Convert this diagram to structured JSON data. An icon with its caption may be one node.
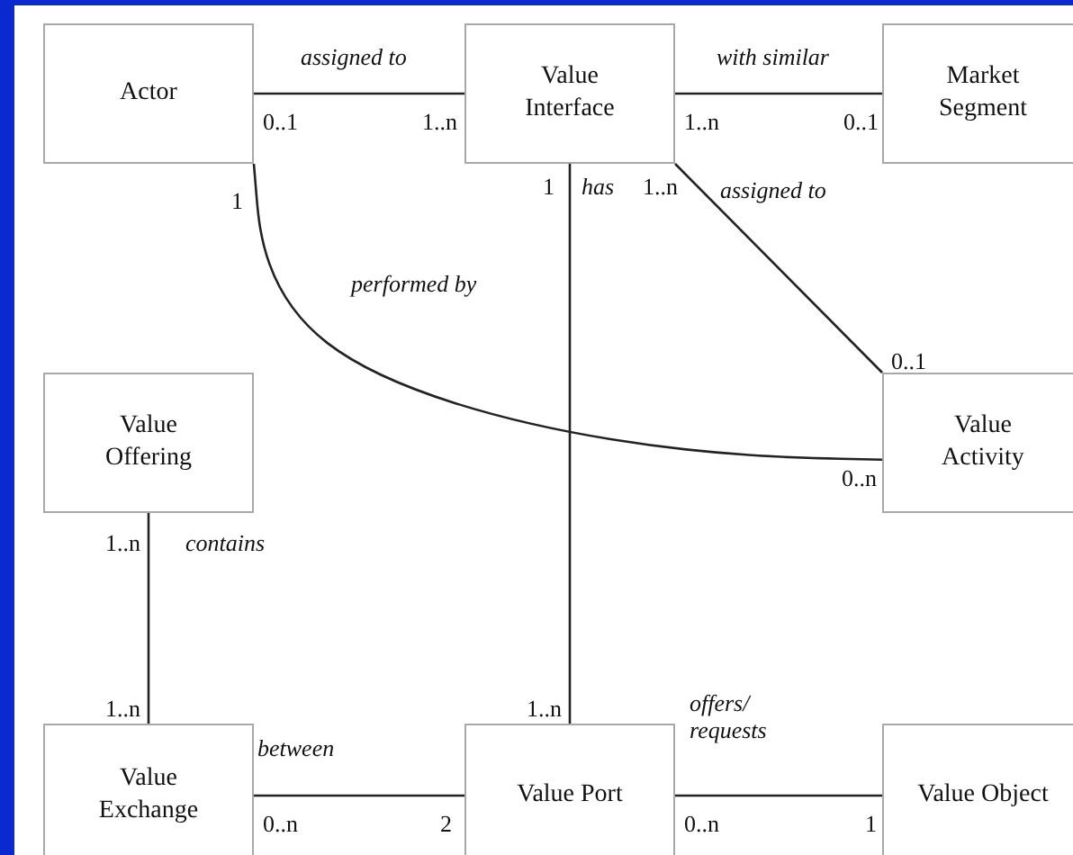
{
  "diagram": {
    "nodes": [
      {
        "text": [
          "Actor"
        ]
      },
      {
        "text": [
          "Value Interface"
        ]
      },
      {
        "text": [
          "Market Segment"
        ]
      },
      {
        "text": [
          "Value Offering"
        ]
      },
      {
        "text": [
          "Value Activity"
        ]
      },
      {
        "text": [
          "Value Exchange"
        ]
      },
      {
        "text": [
          "Value Port"
        ]
      },
      {
        "text": [
          "Value Object"
        ]
      }
    ],
    "edges": [
      {
        "from": 0,
        "to": 1,
        "arrow": "none",
        "label": "assigned to"
      },
      {
        "from": 1,
        "to": 2,
        "arrow": "none",
        "label": "with similar"
      },
      {
        "from": 1,
        "to": 4,
        "arrow": "none",
        "label": "assigned to"
      },
      {
        "from": 0,
        "to": 4,
        "arrow": "none",
        "label": "performed by"
      },
      {
        "from": 1,
        "to": 6,
        "arrow": "none",
        "label": "has"
      },
      {
        "from": 3,
        "to": 5,
        "arrow": "none",
        "label": "contains"
      },
      {
        "from": 5,
        "to": 6,
        "arrow": "none",
        "label": "between"
      },
      {
        "from": 6,
        "to": 7,
        "arrow": "none",
        "label": "offers/ requests"
      }
    ],
    "labels": [
      "0..1",
      "1..n",
      "1..n",
      "0..1",
      "1",
      "1",
      "1..n",
      "0..1",
      "0..n",
      "1..n",
      "1..n",
      "1..n",
      "0..n",
      "2",
      "0..n",
      "1"
    ]
  }
}
